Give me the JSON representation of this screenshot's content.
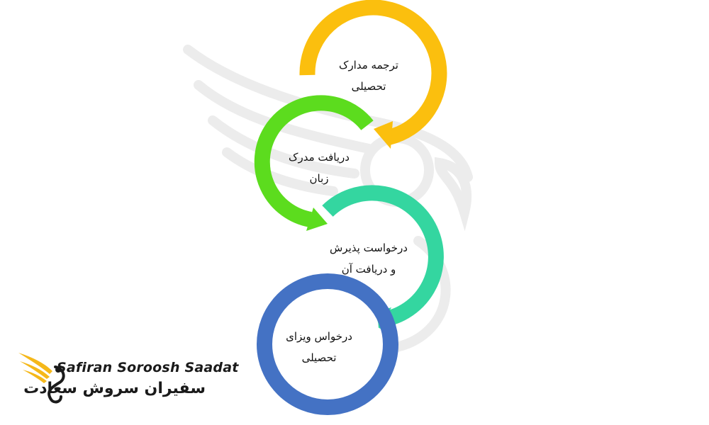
{
  "steps": [
    {
      "line1": "ترجمه مدارک",
      "line2": "تحصیلی",
      "color": "#fbbf0e"
    },
    {
      "line1": "دریافت مدرک",
      "line2": "زبان",
      "color": "#5cdc1e"
    },
    {
      "line1": "درخواست پذیرش",
      "line2": "و دریافت آن",
      "color": "#34d6a0"
    },
    {
      "line1": "درخواس ویزای",
      "line2": "تحصیلی",
      "color": "#4472c4"
    }
  ],
  "logo": {
    "latin": "Safiran Soroosh Saadat",
    "persian": "سفیران سروش سعادت",
    "wing_color": "#f5b81a"
  }
}
